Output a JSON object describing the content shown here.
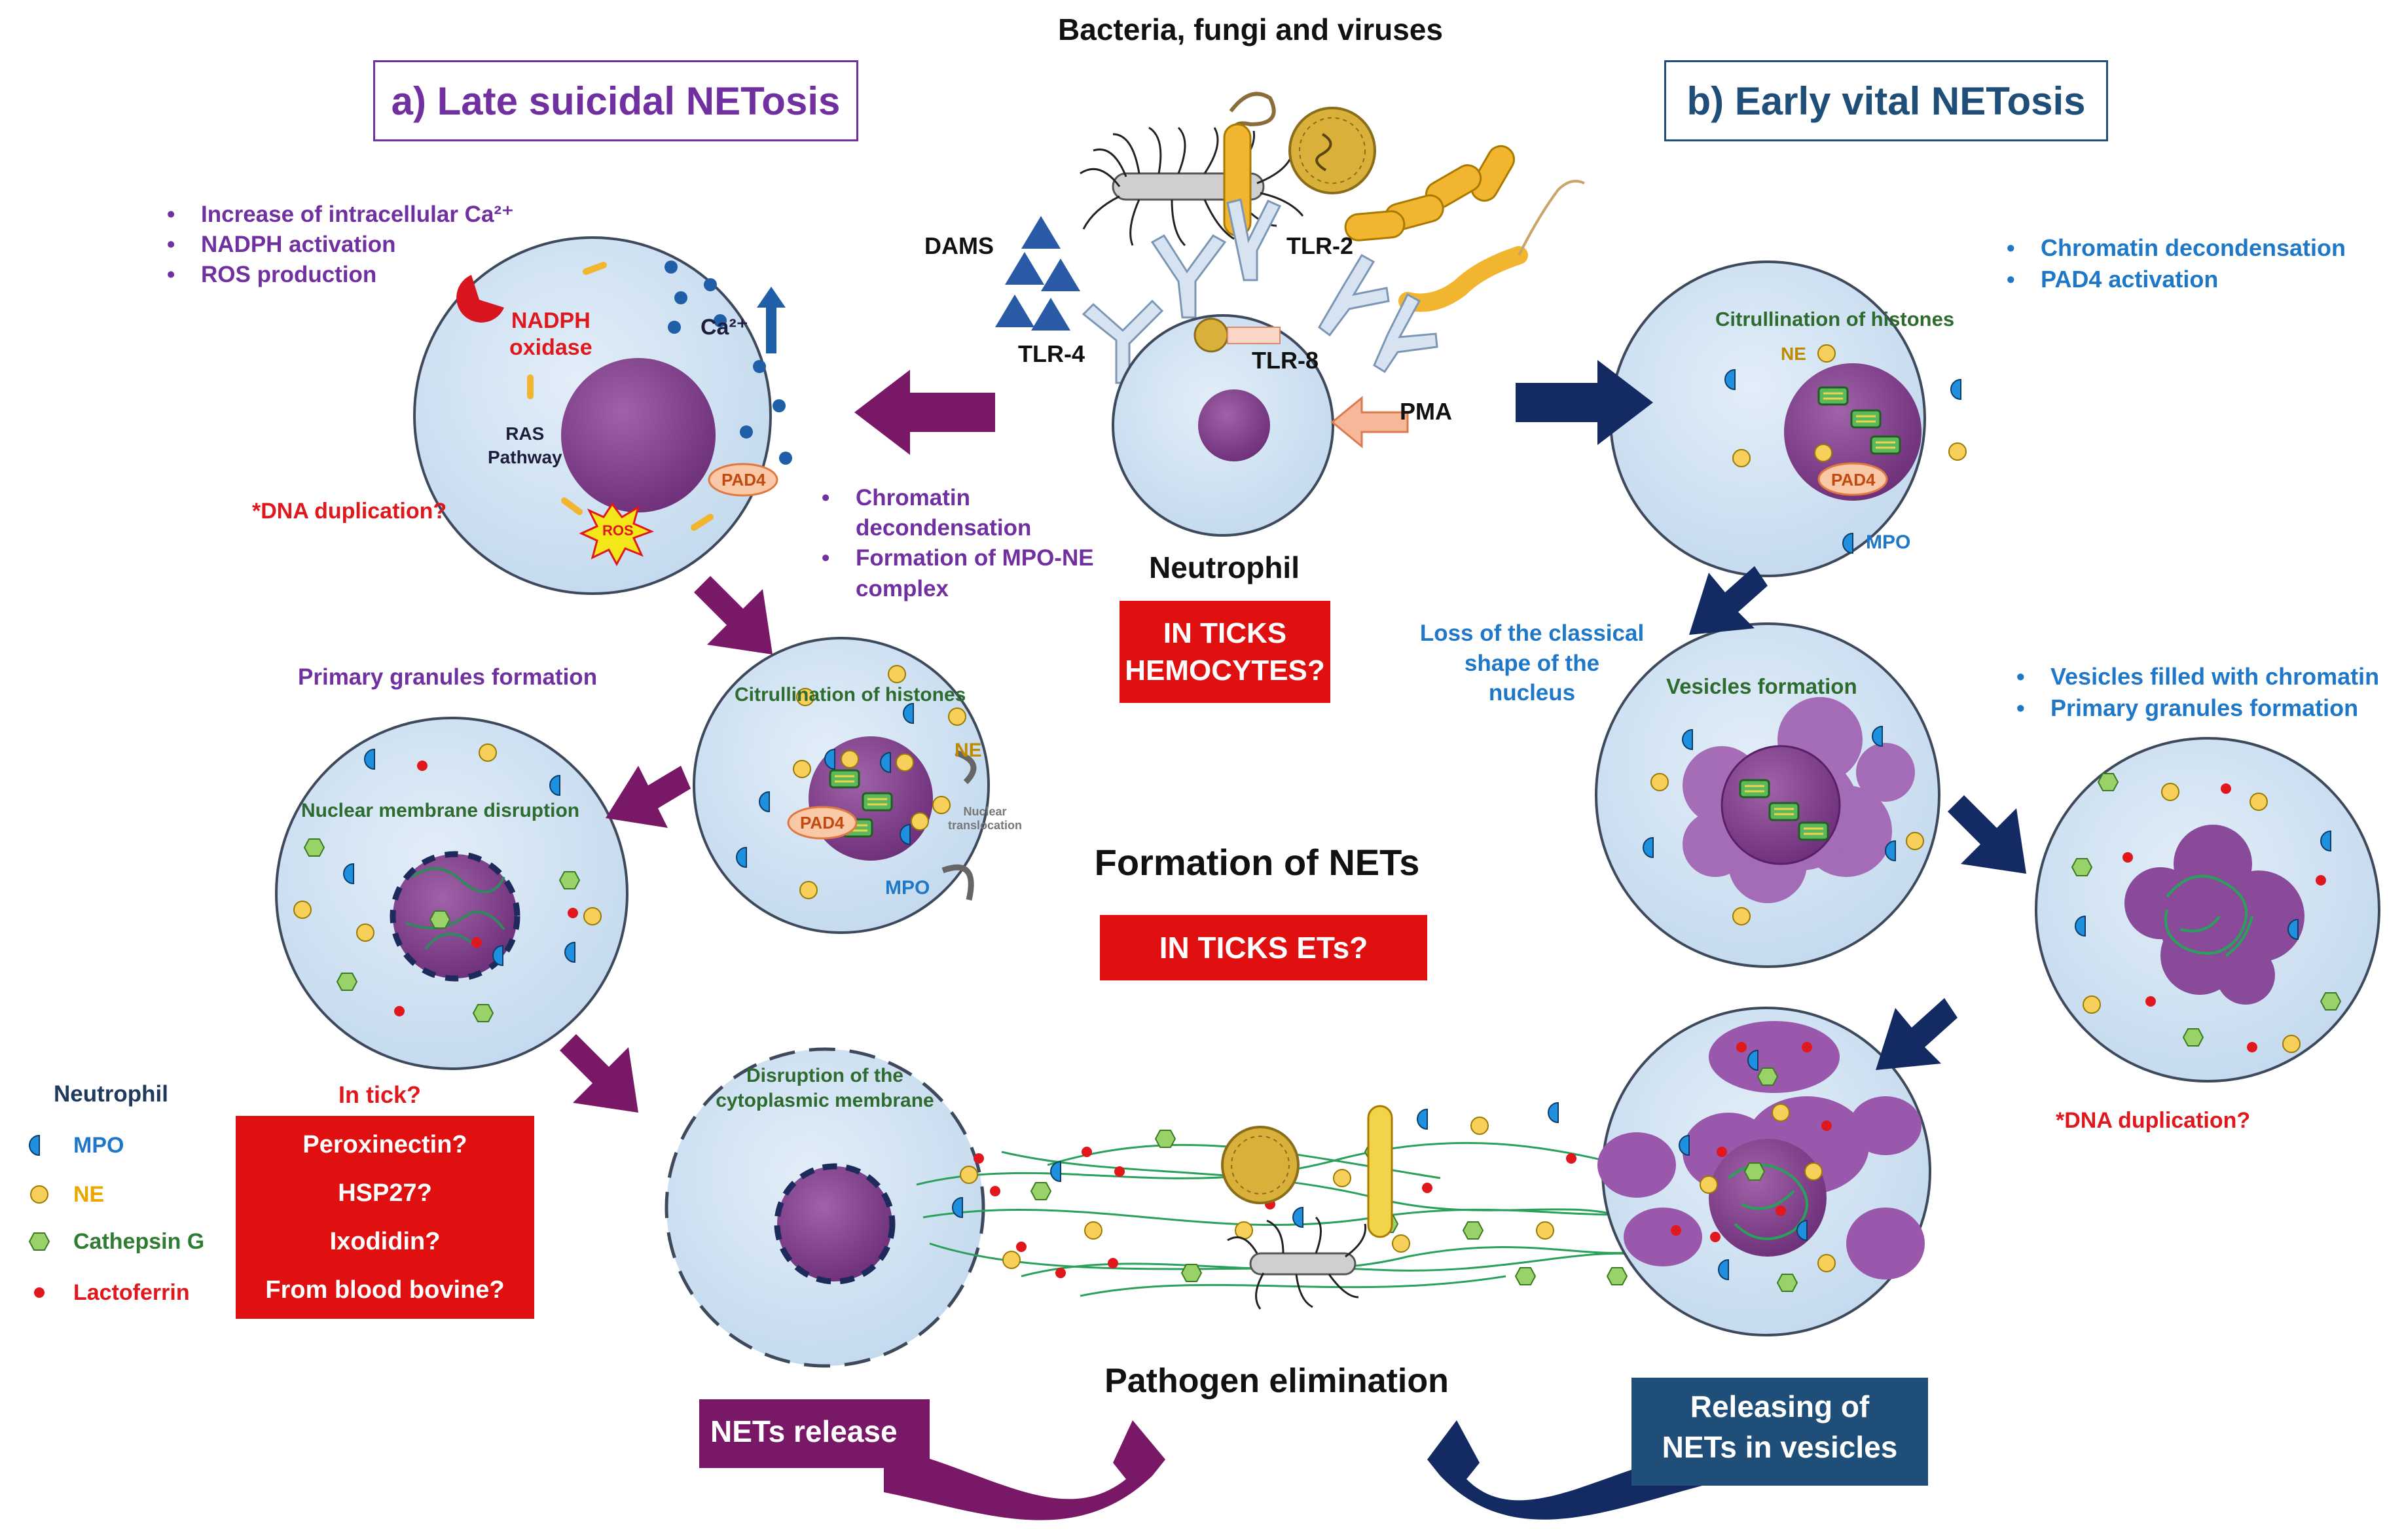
{
  "pathogens_header": "Bacteria, fungi and viruses",
  "center_cell": {
    "name": "Neutrophil",
    "receptors": [
      "DAMS",
      "TLR-4",
      "TLR-2",
      "TLR-8",
      "PMA"
    ],
    "question": [
      "IN TICKS",
      "HEMOCYTES?"
    ]
  },
  "late": {
    "title": "a) Late suicidal NETosis",
    "bullets_1": [
      "Increase of intracellular Ca²⁺",
      "NADPH activation",
      "ROS production"
    ],
    "cell_1_labels": {
      "nadph": [
        "NADPH",
        "oxidase"
      ],
      "ras": [
        "RAS",
        "Pathway"
      ],
      "ca": "Ca²⁺",
      "pad4": "PAD4",
      "ros": "ROS"
    },
    "dna_q": "*DNA duplication?",
    "bullets_2": [
      "Chromatin decondensation",
      "Formation of MPO-NE complex"
    ],
    "cell_2_labels": {
      "title": "Citrullination  of histones",
      "ne": "NE",
      "pad4": "PAD4",
      "mpo": "MPO",
      "nuclear": [
        "Nuclear",
        "translocation"
      ]
    },
    "primary": "Primary granules formation",
    "cell_3_title": "Nuclear membrane disruption",
    "cell_4_title": [
      "Disruption of the",
      "cytoplasmic membrane"
    ],
    "release": "NETs release"
  },
  "early": {
    "title": "b) Early vital NETosis",
    "bullets_1": [
      "Chromatin decondensation",
      "PAD4 activation"
    ],
    "cell_1_labels": {
      "title": "Citrullination  of histones",
      "ne": "NE",
      "pad4": "PAD4",
      "mpo": "MPO"
    },
    "loss": [
      "Loss of the classical",
      "shape of the",
      "nucleus"
    ],
    "cell_2_title": "Vesicles formation",
    "bullets_2": [
      "Vesicles filled with chromatin",
      "Primary granules formation"
    ],
    "dna_q": "*DNA duplication?",
    "release": [
      "Releasing of",
      "NETs in vesicles"
    ]
  },
  "formation": "Formation of NETs",
  "formation_q": "IN TICKS  ETs?",
  "elimination": "Pathogen elimination",
  "legend": {
    "title": "Neutrophil",
    "items": [
      {
        "label": "MPO",
        "color": "#1f77c8"
      },
      {
        "label": "NE",
        "color": "#e8a800"
      },
      {
        "label": "Cathepsin G",
        "color": "#2e7d32"
      },
      {
        "label": "Lactoferrin",
        "color": "#e0181e"
      }
    ]
  },
  "tick_box": {
    "header": "In tick?",
    "items": [
      "Peroxinectin?",
      "HSP27?",
      "Ixodidin?",
      "From blood bovine?"
    ]
  },
  "colors": {
    "cell_fill": "#cfe2f3",
    "cell_edge": "#3e4a5c",
    "nucleus": "#7b3f87",
    "purple_arrow": "#7a1868",
    "navy_arrow": "#142a63",
    "red_box": "#e01010",
    "teal_box": "#1f4e79"
  }
}
